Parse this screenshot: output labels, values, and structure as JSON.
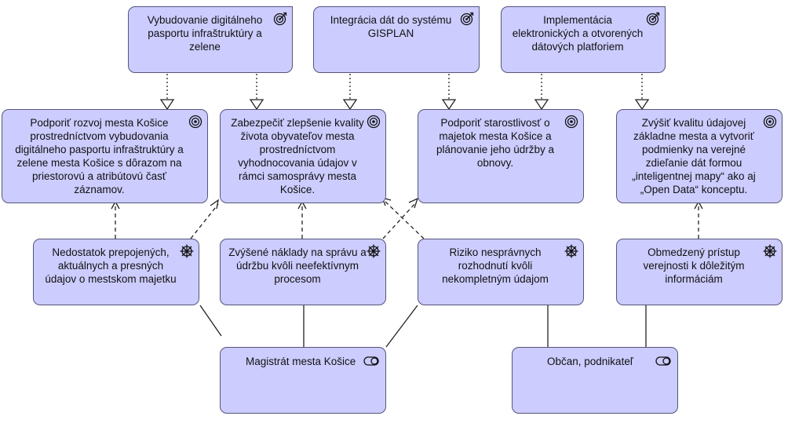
{
  "goals": [
    {
      "id": "g1",
      "text": "Vybudovanie digitálneho pasportu infraštruktúry a zelene",
      "icon": "target-icon"
    },
    {
      "id": "g2",
      "text": "Integrácia dát do systému GISPLAN",
      "icon": "target-icon"
    },
    {
      "id": "g3",
      "text": "Implementácia elektronických a otvorených dátových platforiem",
      "icon": "target-icon"
    }
  ],
  "outcomes": [
    {
      "id": "o1",
      "text": "Podporiť rozvoj mesta Košice prostredníctvom vybudovania digitálneho pasportu infraštruktúry a zelene mesta Košice s dôrazom na priestorovú a atribútovú časť záznamov.",
      "icon": "outcome-icon"
    },
    {
      "id": "o2",
      "text": "Zabezpečiť zlepšenie kvality života obyvateľov mesta prostredníctvom vyhodnocovania údajov v rámci samosprávy mesta Košice.",
      "icon": "outcome-icon"
    },
    {
      "id": "o3",
      "text": "Podporiť starostlivosť o majetok mesta Košice a plánovanie jeho údržby a obnovy.",
      "icon": "outcome-icon"
    },
    {
      "id": "o4",
      "text": "Zvýšiť kvalitu údajovej základne mesta a vytvoriť podmienky na verejné zdieľanie dát formou „inteligentnej mapy“ ako aj „Open Data“ konceptu.",
      "icon": "outcome-icon"
    }
  ],
  "drivers": [
    {
      "id": "d1",
      "text": "Nedostatok prepojených, aktuálnych a presných údajov o mestskom majetku",
      "icon": "driver-icon"
    },
    {
      "id": "d2",
      "text": "Zvýšené náklady na správu a údržbu kvôli neefektívnym procesom",
      "icon": "driver-icon"
    },
    {
      "id": "d3",
      "text": "Riziko nesprávnych rozhodnutí kvôli nekompletným údajom",
      "icon": "driver-icon"
    },
    {
      "id": "d4",
      "text": "Obmedzený prístup verejnosti k dôležitým informáciám",
      "icon": "driver-icon"
    }
  ],
  "stakeholders": [
    {
      "id": "s1",
      "text": "Magistrát mesta Košice",
      "icon": "role-icon"
    },
    {
      "id": "s2",
      "text": "Občan, podnikateľ",
      "icon": "role-icon"
    }
  ],
  "colors": {
    "element_fill": "#ccccff",
    "element_border": "#55557a",
    "line": "#222222"
  }
}
